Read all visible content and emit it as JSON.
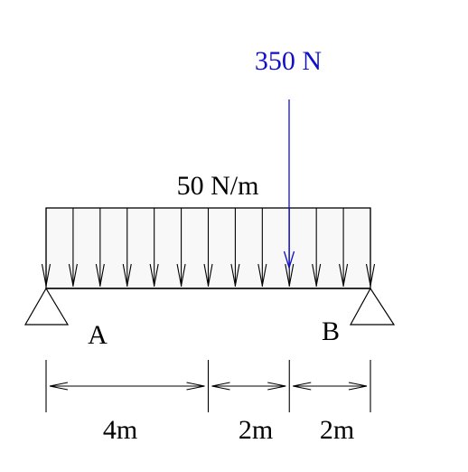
{
  "point_load": {
    "label": "350 N",
    "magnitude": 350,
    "unit": "N",
    "color": "#1010c8"
  },
  "distributed_load": {
    "label": "50 N/m",
    "intensity": 50,
    "unit": "N/m"
  },
  "supports": [
    {
      "label": "A"
    },
    {
      "label": "B"
    }
  ],
  "dimensions": [
    {
      "label": "4m",
      "length": 4
    },
    {
      "label": "2m",
      "length": 2
    },
    {
      "label": "2m",
      "length": 2
    }
  ],
  "colors": {
    "line": "#000000",
    "load_fill": "#f8f8f8",
    "support_fill": "#ffffff"
  }
}
